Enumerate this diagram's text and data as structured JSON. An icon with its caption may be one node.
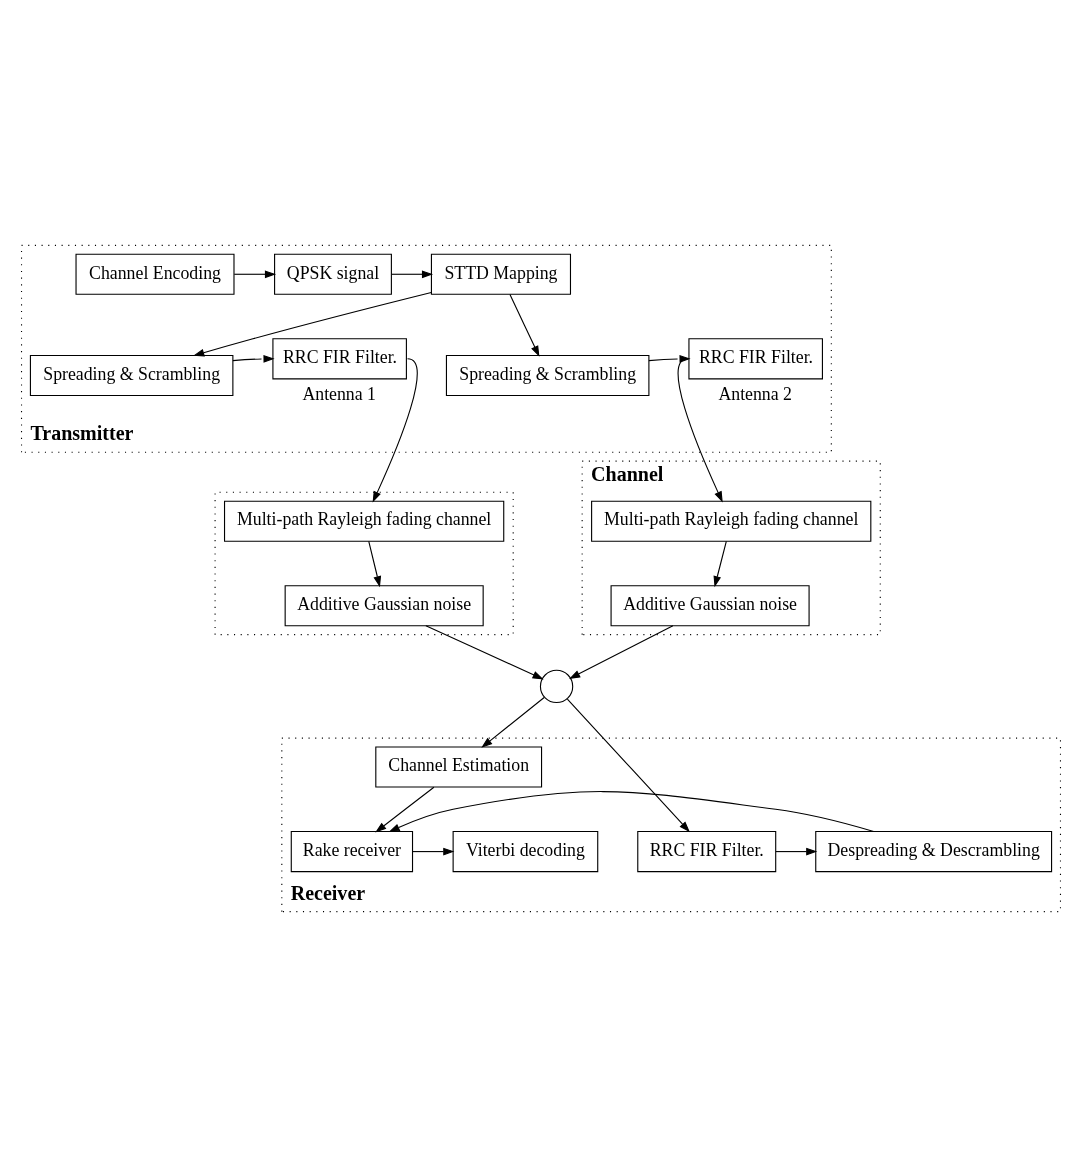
{
  "diagram": {
    "nodes": [
      {
        "text": [
          "Transmitter"
        ]
      },
      {
        "text": [
          "Channel Encoding"
        ],
        "in": 0
      },
      {
        "text": [
          "QPSK signal"
        ],
        "in": 0
      },
      {
        "text": [
          "STTD Mapping"
        ],
        "in": 0
      },
      {
        "text": [
          "Spreading & Scrambling"
        ],
        "in": 0
      },
      {
        "text": [
          "RRC FIR Filter."
        ],
        "in": 0,
        "beside": [
          "Antenna 1"
        ]
      },
      {
        "text": [
          "Spreading & Scrambling"
        ],
        "in": 0
      },
      {
        "text": [
          "RRC FIR Filter."
        ],
        "in": 0,
        "beside": [
          "Antenna 2"
        ]
      },
      {
        "text": [
          "Channel"
        ]
      },
      {
        "text": [
          "Multi-path Rayleigh fading channel"
        ],
        "in": 8
      },
      {
        "text": [
          "Additive Gaussian noise"
        ],
        "in": 8
      },
      {
        "text": [],
        "shape": "box"
      },
      {
        "text": [
          "Multi-path Rayleigh fading channel"
        ],
        "in": 11
      },
      {
        "text": [
          "Additive Gaussian noise"
        ],
        "in": 11
      },
      {
        "text": [],
        "shape": "circle"
      },
      {
        "text": [
          "Receiver"
        ]
      },
      {
        "text": [
          "Channel Estimation"
        ],
        "in": 15
      },
      {
        "text": [
          "Viterbi decoding"
        ],
        "in": 15
      },
      {
        "text": [
          "Rake receiver"
        ],
        "in": 15
      },
      {
        "text": [
          "Despreading & Descrambling"
        ],
        "in": 15
      },
      {
        "text": [
          "RRC FIR Filter."
        ],
        "in": 15
      }
    ],
    "edges": [
      {
        "from": 1,
        "to": 2,
        "arrow": "to"
      },
      {
        "from": 2,
        "to": 3,
        "arrow": "to"
      },
      {
        "from": 3,
        "to": 4,
        "arrow": "to"
      },
      {
        "from": 3,
        "to": 6,
        "arrow": "to"
      },
      {
        "from": 4,
        "to": 5,
        "arrow": "to"
      },
      {
        "from": 6,
        "to": 7,
        "arrow": "to"
      },
      {
        "from": 7,
        "to": 9,
        "arrow": "to"
      },
      {
        "from": 5,
        "to": 12,
        "arrow": "to"
      },
      {
        "from": 9,
        "to": 10,
        "arrow": "to"
      },
      {
        "from": 12,
        "to": 13,
        "arrow": "to"
      },
      {
        "from": 10,
        "to": 14,
        "arrow": "to"
      },
      {
        "from": 13,
        "to": 14,
        "arrow": "to"
      },
      {
        "from": 14,
        "to": 20,
        "arrow": "to"
      },
      {
        "from": 14,
        "to": 16,
        "arrow": "to"
      },
      {
        "from": 20,
        "to": 19,
        "arrow": "to"
      },
      {
        "from": 19,
        "to": 18,
        "arrow": "to"
      },
      {
        "from": 18,
        "to": 17,
        "arrow": "to"
      },
      {
        "from": 16,
        "to": 18,
        "arrow": "to"
      }
    ]
  }
}
